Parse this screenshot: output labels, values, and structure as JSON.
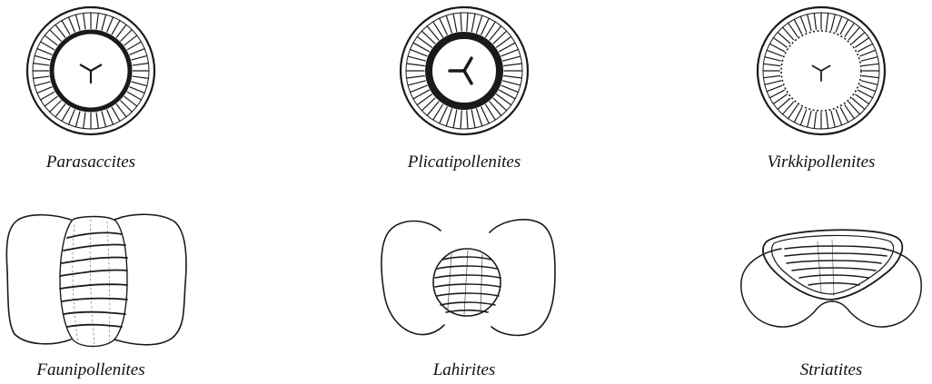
{
  "figure": {
    "taxa": [
      {
        "name": "Parasaccites",
        "icon": "circular-monosaccate-pollen-icon"
      },
      {
        "name": "Plicatipollenites",
        "icon": "circular-monosaccate-pollen-icon"
      },
      {
        "name": "Virkkipollenites",
        "icon": "circular-monosaccate-pollen-icon"
      },
      {
        "name": "Faunipollenites",
        "icon": "striate-bisaccate-pollen-icon"
      },
      {
        "name": "Lahirites",
        "icon": "striate-bisaccate-pollen-icon"
      },
      {
        "name": "Striatites",
        "icon": "striate-bisaccate-pollen-icon"
      }
    ]
  }
}
